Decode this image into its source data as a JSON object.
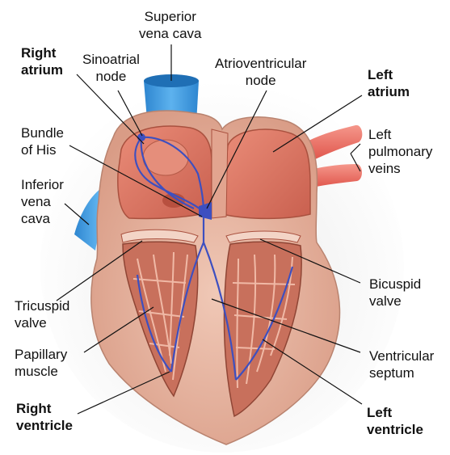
{
  "labels": {
    "superior_vena_cava": "Superior\nvena cava",
    "right_atrium": "Right\natrium",
    "sinoatrial_node": "Sinoatrial\nnode",
    "atrioventricular_node": "Atrioventricular\nnode",
    "left_atrium": "Left\natrium",
    "bundle_of_his": "Bundle\nof His",
    "left_pulmonary_veins": "Left\npulmonary\nveins",
    "inferior_vena_cava": "Inferior\nvena\ncava",
    "tricuspid_valve": "Tricuspid\nvalve",
    "bicuspid_valve": "Bicuspid\nvalve",
    "papillary_muscle": "Papillary\nmuscle",
    "ventricular_septum": "Ventricular\nseptum",
    "right_ventricle": "Right\nventricle",
    "left_ventricle": "Left\nventricle"
  },
  "colors": {
    "muscle": "#e9b7a3",
    "muscle_dark": "#c8705c",
    "chamber": "#d9705f",
    "vein_blue": "#3d9be0",
    "artery_red": "#ee7166",
    "conduction": "#3d4fc0",
    "leader": "#111111"
  }
}
